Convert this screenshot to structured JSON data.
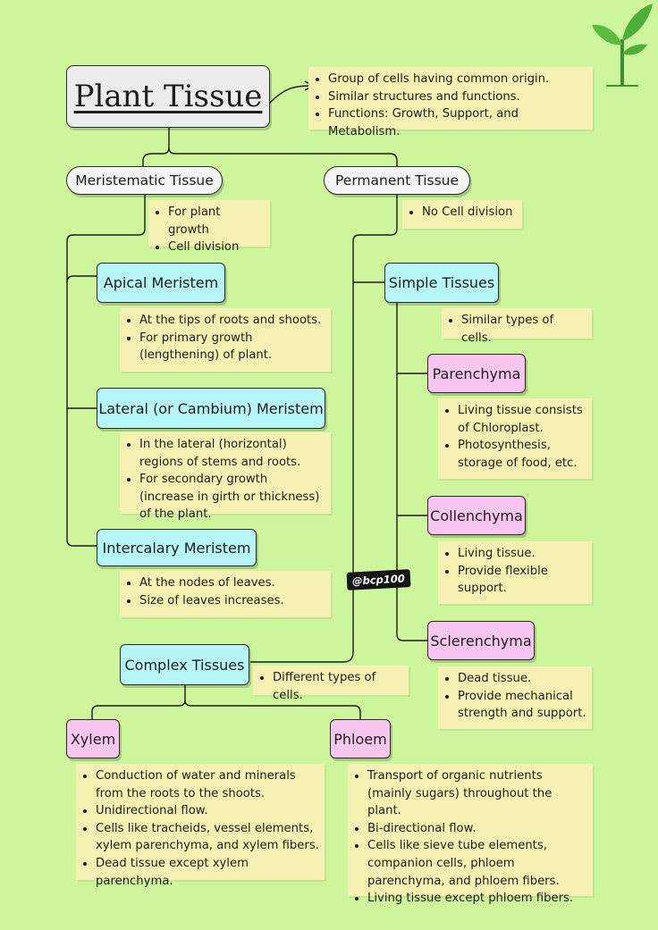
{
  "title": "Plant Tissue",
  "intro": [
    "Group of cells having common origin.",
    "Similar structures and functions.",
    "Functions: Growth, Support, and Metabolism."
  ],
  "meristematic": {
    "label": "Meristematic Tissue",
    "notes": [
      "For plant growth",
      "Cell division"
    ]
  },
  "permanent": {
    "label": "Permanent Tissue",
    "notes": [
      "No Cell division"
    ]
  },
  "apical": {
    "label": "Apical Meristem",
    "notes": [
      "At the tips of roots and shoots.",
      "For primary growth (lengthening) of plant."
    ]
  },
  "lateral": {
    "label": "Lateral (or Cambium) Meristem",
    "notes": [
      "In the lateral (horizontal) regions of stems and roots.",
      "For secondary growth (increase in girth or thickness) of the plant."
    ]
  },
  "intercalary": {
    "label": "Intercalary Meristem",
    "notes": [
      "At the nodes of leaves.",
      "Size of leaves increases."
    ]
  },
  "simple": {
    "label": "Simple Tissues",
    "notes": [
      "Similar types of cells."
    ]
  },
  "parenchyma": {
    "label": "Parenchyma",
    "notes": [
      "Living tissue consists of Chloroplast.",
      "Photosynthesis, storage of food, etc."
    ]
  },
  "collenchyma": {
    "label": "Collenchyma",
    "notes": [
      "Living tissue.",
      "Provide flexible support."
    ]
  },
  "sclerenchyma": {
    "label": "Sclerenchyma",
    "notes": [
      "Dead tissue.",
      "Provide mechanical strength and support."
    ]
  },
  "complex": {
    "label": "Complex Tissues",
    "notes": [
      "Different types of cells."
    ]
  },
  "xylem": {
    "label": "Xylem",
    "notes": [
      "Conduction of water and minerals from the roots to the shoots.",
      "Unidirectional flow.",
      "Cells like tracheids, vessel elements, xylem parenchyma, and xylem fibers.",
      "Dead tissue except xylem parenchyma."
    ]
  },
  "phloem": {
    "label": "Phloem",
    "notes": [
      "Transport of organic nutrients (mainly sugars) throughout the plant.",
      "Bi-directional flow.",
      "Cells like sieve tube elements, companion cells, phloem parenchyma, and phloem fibers.",
      "Living tissue except phloem fibers."
    ]
  },
  "watermark": "@bcp100",
  "colors": {
    "background": "#cdf59c",
    "note": "#f6f1b2",
    "cyan_node": "#b7f6f8",
    "pink_node": "#f9c6f2",
    "sprout": "#4fae3a"
  }
}
